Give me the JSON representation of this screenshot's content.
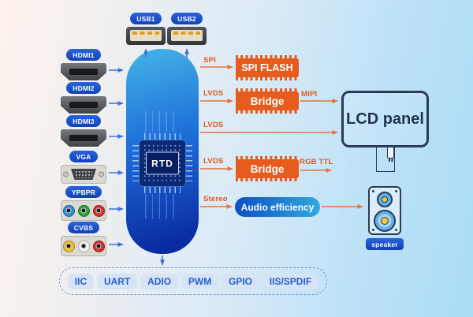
{
  "usb": {
    "labels": [
      "USB1",
      "USB2"
    ]
  },
  "inputs": {
    "labels": [
      "HDMI1",
      "HDMI2",
      "HDMI3",
      "VGA",
      "YPBPR",
      "CVBS"
    ]
  },
  "soc": {
    "chip_label": "RTD"
  },
  "flows": {
    "spi": {
      "bus": "SPI",
      "box": "SPI FLASH"
    },
    "lvds_mipi": {
      "bus": "LVDS",
      "box": "Bridge",
      "out": "MIPI"
    },
    "lvds_direct": {
      "bus": "LVDS"
    },
    "lvds_rgb": {
      "bus": "LVDS",
      "box": "Bridge",
      "out": "RGB TTL"
    },
    "audio": {
      "bus": "Stereo",
      "box": "Audio efficiency"
    }
  },
  "outputs": {
    "lcd": "LCD panel",
    "speaker": "speaker"
  },
  "bottom_bus": {
    "items": [
      "IIC",
      "UART",
      "ADIO",
      "PWM",
      "GPIO",
      "IIS/SPDIF"
    ]
  },
  "colors": {
    "background_left": "#fdf1ec",
    "background_right": "#aadcf6",
    "label_pill_blue": "#1d5cd6",
    "arrow_blue": "#3c6fe0",
    "arrow_orange": "#e8713a",
    "box_orange": "#e55c1d",
    "bus_text_orange": "#e2571a",
    "soc_gradient_top": "#45b4e7",
    "soc_gradient_bottom": "#0a2ca3",
    "navy_outline": "#2b3a55",
    "bottom_pill_bg": "#d6e4f6",
    "bottom_pill_text": "#2a5fc6"
  }
}
